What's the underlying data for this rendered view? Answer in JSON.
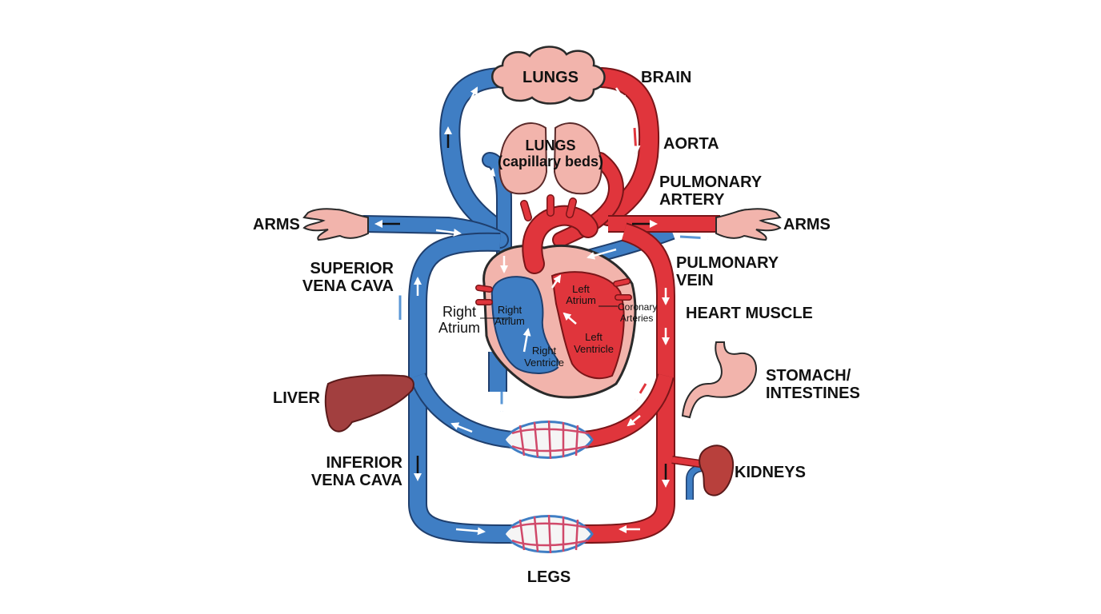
{
  "colors": {
    "vein_blue": "#3f7ec4",
    "artery_red": "#e0353c",
    "organ_pink": "#f2b4ac",
    "liver": "#a23f3f",
    "kidney": "#b8403c",
    "arrow_white": "#ffffff",
    "arrow_dark": "#111111",
    "arrow_light_blue": "#5a97d6"
  },
  "labels": {
    "lungs_top": "LUNGS",
    "brain": "BRAIN",
    "lungs_inner_line1": "LUNGS",
    "lungs_inner_line2": "(capillary beds)",
    "aorta": "AORTA",
    "pulmonary_artery_line1": "PULMONARY",
    "pulmonary_artery_line2": "ARTERY",
    "arms_left": "ARMS",
    "arms_right": "ARMS",
    "superior_vena_cava_line1": "SUPERIOR",
    "superior_vena_cava_line2": "VENA CAVA",
    "pulmonary_vein_line1": "PULMONARY",
    "pulmonary_vein_line2": "VEIN",
    "right_atrium_outer_line1": "Right",
    "right_atrium_outer_line2": "Atrium",
    "heart_muscle": "HEART MUSCLE",
    "coronary_line1": "Coronary",
    "coronary_line2": "Arteries",
    "right_atrium_inner_line1": "Right",
    "right_atrium_inner_line2": "Atrium",
    "left_atrium_line1": "Left",
    "left_atrium_line2": "Atrium",
    "left_ventricle_line1": "Left",
    "left_ventricle_line2": "Ventricle",
    "right_ventricle_line1": "Right",
    "right_ventricle_line2": "Ventricle",
    "liver": "LIVER",
    "stomach_line1": "STOMACH/",
    "stomach_line2": "INTESTINES",
    "inferior_vena_cava_line1": "INFERIOR",
    "inferior_vena_cava_line2": "VENA CAVA",
    "kidneys": "KIDNEYS",
    "legs": "LEGS"
  },
  "icons": [
    "lungs-cloud-icon",
    "lungs-icon",
    "left-hand-icon",
    "right-hand-icon",
    "heart-icon",
    "liver-icon",
    "stomach-icon",
    "kidney-icon",
    "capillary-bed-icon"
  ]
}
